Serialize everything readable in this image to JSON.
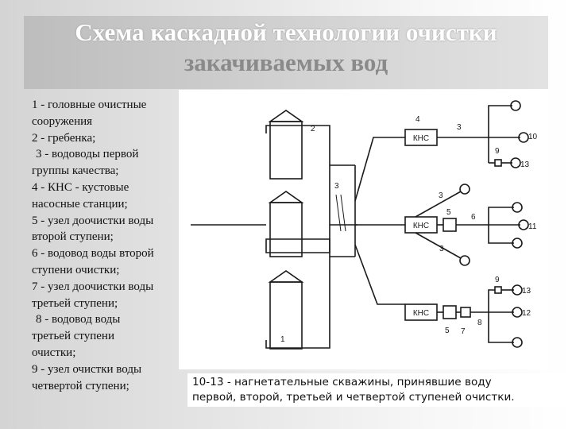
{
  "slide": {
    "title_line1": "Схема каскадной технологии очистки",
    "title_line2": "закачиваемых вод"
  },
  "legend": [
    "1 - головные очистные",
    "сооружения",
    "2 - гребенка;",
    "3 - водоводы первой",
    "группы качества;",
    "4 - КНС - кустовые",
    "насосные станции;",
    "5 - узел доочистки воды",
    "второй ступени;",
    "6 - водовод воды второй",
    "ступени очистки;",
    "7 - узел доочистки воды",
    "третьей ступени;",
    "8 - водовод воды",
    "третьей ступени",
    "очистки;",
    "9 - узел очистки воды",
    "четвертой ступени;"
  ],
  "caption": {
    "line1": "10-13 - нагнетательные скважины, принявшие воду",
    "line2": "первой, второй, третьей и четвертой ступеней очистки."
  },
  "diagram": {
    "kns_label": "КНС",
    "numbers": {
      "n1": "1",
      "n2": "2",
      "n3": "3",
      "n4": "4",
      "n5": "5",
      "n6": "6",
      "n7": "7",
      "n8": "8",
      "n9": "9",
      "n10": "10",
      "n11": "11",
      "n12": "12",
      "n13": "13"
    }
  }
}
